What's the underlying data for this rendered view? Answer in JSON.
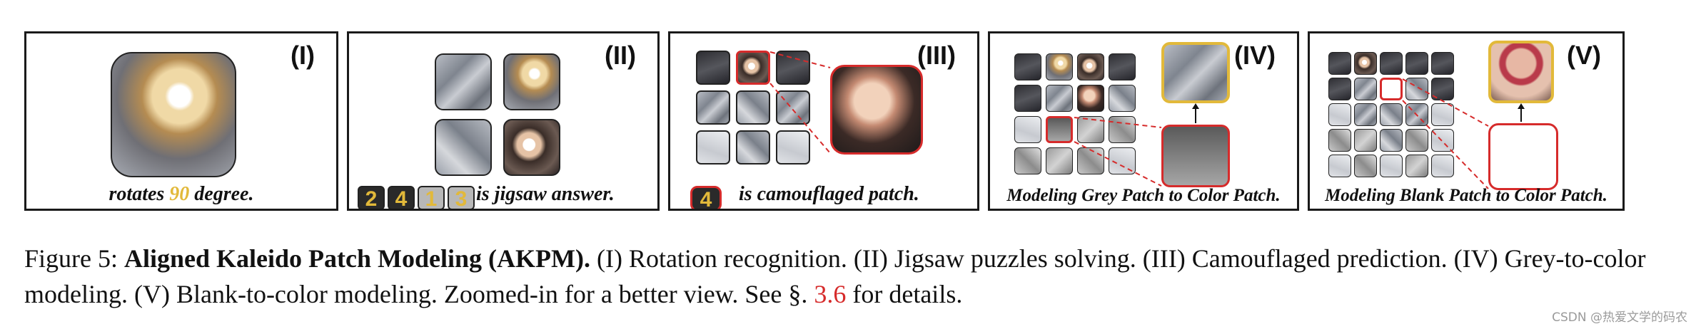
{
  "panels": {
    "p1": {
      "label": "(I)",
      "caption_pre": "rotates ",
      "caption_num": "90",
      "caption_post": " degree."
    },
    "p2": {
      "label": "(II)",
      "answer_digits": [
        "2",
        "4",
        "1",
        "3"
      ],
      "caption": "is jigsaw answer."
    },
    "p3": {
      "label": "(III)",
      "badge_digit": "4",
      "caption": "is camouflaged patch."
    },
    "p4": {
      "label": "(IV)",
      "caption": "Modeling Grey Patch to Color Patch."
    },
    "p5": {
      "label": "(V)",
      "caption": "Modeling Blank Patch to Color Patch."
    }
  },
  "figure_caption": {
    "prefix": "Figure 5: ",
    "title": "Aligned Kaleido Patch Modeling (AKPM).",
    "body": " (I) Rotation recognition. (II) Jigsaw puzzles solving. (III) Camouflaged prediction. (IV) Grey-to-color modeling. (V) Blank-to-color modeling. Zoomed-in for a better view. See §. ",
    "ref": "3.6",
    "suffix": " for details."
  },
  "watermark": "CSDN @热爱文学的码农",
  "colors": {
    "highlight_gold": "#e2b93a",
    "mask_red": "#d62b2b",
    "frame": "#1a1a1a"
  }
}
